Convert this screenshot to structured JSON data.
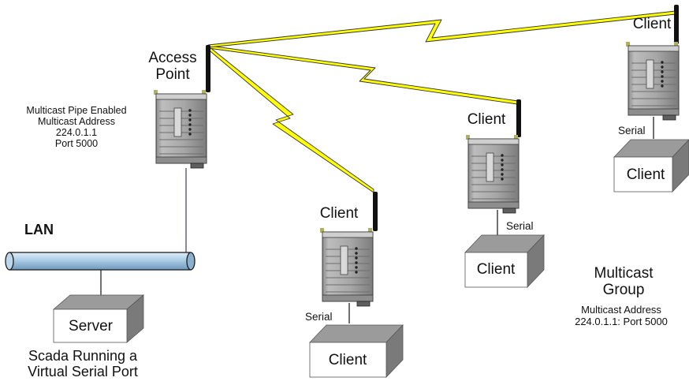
{
  "access_point": {
    "title_line1": "Access",
    "title_line2": "Point",
    "note_lines": [
      "Multicast Pipe Enabled",
      "Multicast Address",
      "224.0.1.1",
      "Port 5000"
    ]
  },
  "network": {
    "lan_label": "LAN"
  },
  "server": {
    "box_label": "Server",
    "caption_line1": "Scada Running a",
    "caption_line2": "Virtual Serial Port"
  },
  "clients": [
    {
      "radio_label": "Client",
      "serial_label": "Serial",
      "box_label": "Client"
    },
    {
      "radio_label": "Client",
      "serial_label": "Serial",
      "box_label": "Client"
    },
    {
      "radio_label": "Client",
      "serial_label": "Serial",
      "box_label": "Client"
    }
  ],
  "multicast_group": {
    "title_line1": "Multicast",
    "title_line2": "Group",
    "detail_line1": "Multicast Address",
    "detail_line2": "224.0.1.1: Port 5000"
  },
  "colors": {
    "lightning": "#ffff00",
    "pipe": "#a9cbe3",
    "device_body": "#a3a3a3",
    "box_front": "#ffffff",
    "box_top": "#9b9b9b"
  }
}
